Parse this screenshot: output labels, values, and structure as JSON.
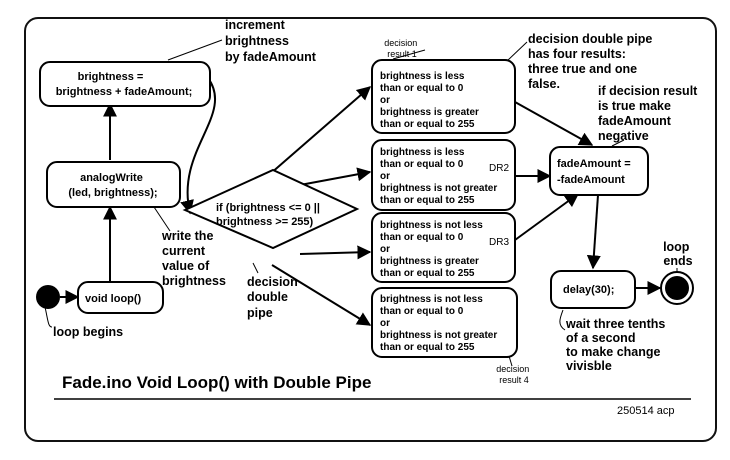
{
  "nodes": {
    "brightness_update": [
      "brightness =",
      "brightness + fadeAmount;"
    ],
    "analog_write": [
      "analogWrite",
      "(led, brightness);"
    ],
    "void_loop": "void loop()",
    "decision": [
      "if (brightness <= 0 ||",
      "brightness >= 255)"
    ],
    "result1": [
      "brightness is less",
      "than or equal to 0",
      "or",
      "brightness is greater",
      "than or equal to 255"
    ],
    "result2": [
      "brightness is less",
      "than or equal to 0",
      "or",
      "brightness is not greater",
      "than or equal to 255"
    ],
    "result3": [
      "brightness is not less",
      "than or equal to 0",
      "or",
      "brightness is greater",
      "than or equal to 255"
    ],
    "result4": [
      "brightness is not less",
      "than or equal to 0",
      "or",
      "brightness is not greater",
      "than or equal to 255"
    ],
    "fade_negate": [
      "fadeAmount =",
      "-fadeAmount"
    ],
    "delay": "delay(30);"
  },
  "annotations": {
    "increment": [
      "increment",
      "brightness",
      "by fadeAmount"
    ],
    "write_current": [
      "write the",
      "current",
      "value of",
      "brightness"
    ],
    "decision_double_pipe": [
      "decision",
      "double",
      "pipe"
    ],
    "loop_begins": "loop begins",
    "loop_ends": [
      "loop",
      "ends"
    ],
    "four_results": [
      "decision double pipe",
      "has four results:",
      "three true and one",
      "false."
    ],
    "if_true": [
      "if decision result",
      "is true make",
      "fadeAmount",
      "negative"
    ],
    "wait": [
      "wait three tenths",
      "of a second",
      "to make change",
      "vivisble"
    ],
    "result1_label": [
      "decision",
      "result 1"
    ],
    "result4_label": [
      "decision",
      "result 4"
    ],
    "dr2": "DR2",
    "dr3": "DR3"
  },
  "title": "Fade.ino Void Loop() with Double Pipe",
  "footer": "250514 acp"
}
